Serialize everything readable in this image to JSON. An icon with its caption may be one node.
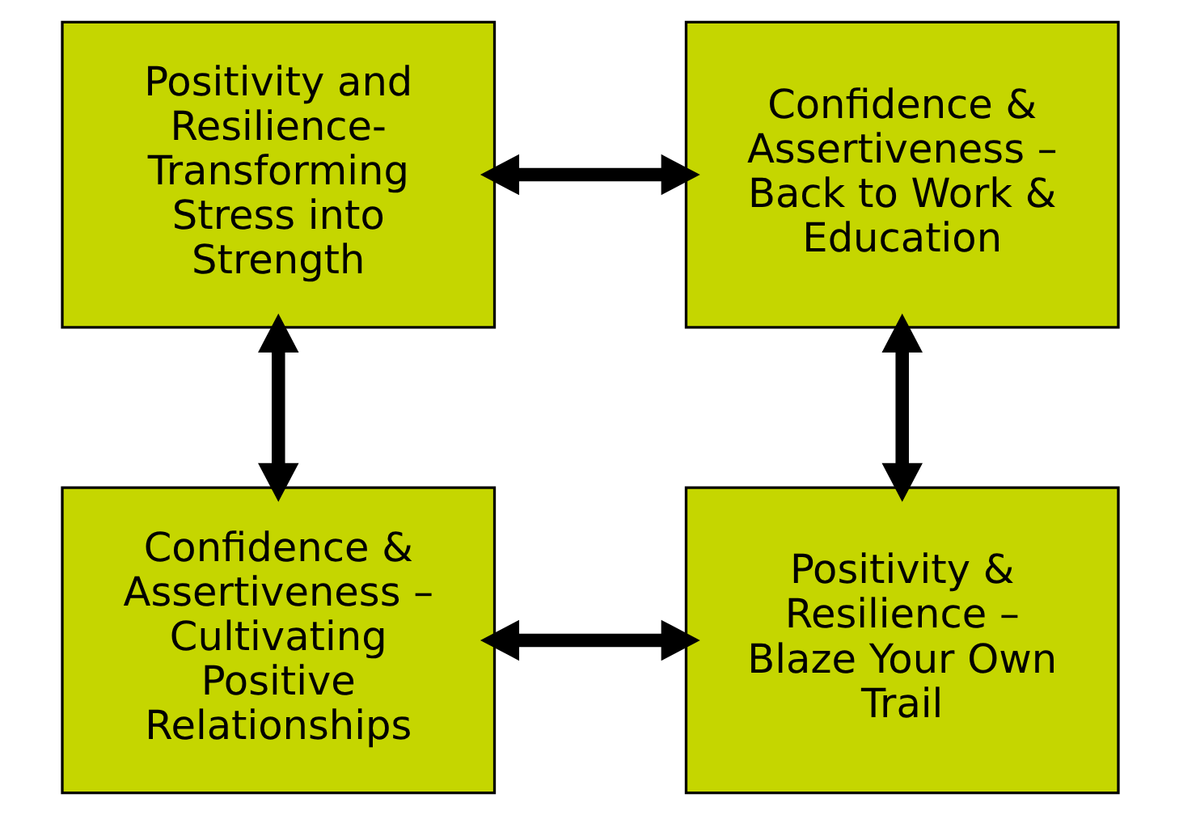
{
  "diagram": {
    "nodes": [
      {
        "text": [
          "Positivity and Resilience- Transforming Stress into Strength"
        ]
      },
      {
        "text": [
          "Confidence & Assertiveness – Back to Work & Education"
        ]
      },
      {
        "text": [
          "Confidence & Assertiveness – Cultivating Positive Relationships"
        ]
      },
      {
        "text": [
          "Positivity & Resilience – Blaze Your Own Trail"
        ]
      }
    ],
    "edges": [
      {
        "from": 0,
        "to": 1,
        "arrow": "both"
      },
      {
        "from": 0,
        "to": 2,
        "arrow": "both"
      },
      {
        "from": 1,
        "to": 3,
        "arrow": "both"
      },
      {
        "from": 2,
        "to": 3,
        "arrow": "both"
      }
    ]
  }
}
